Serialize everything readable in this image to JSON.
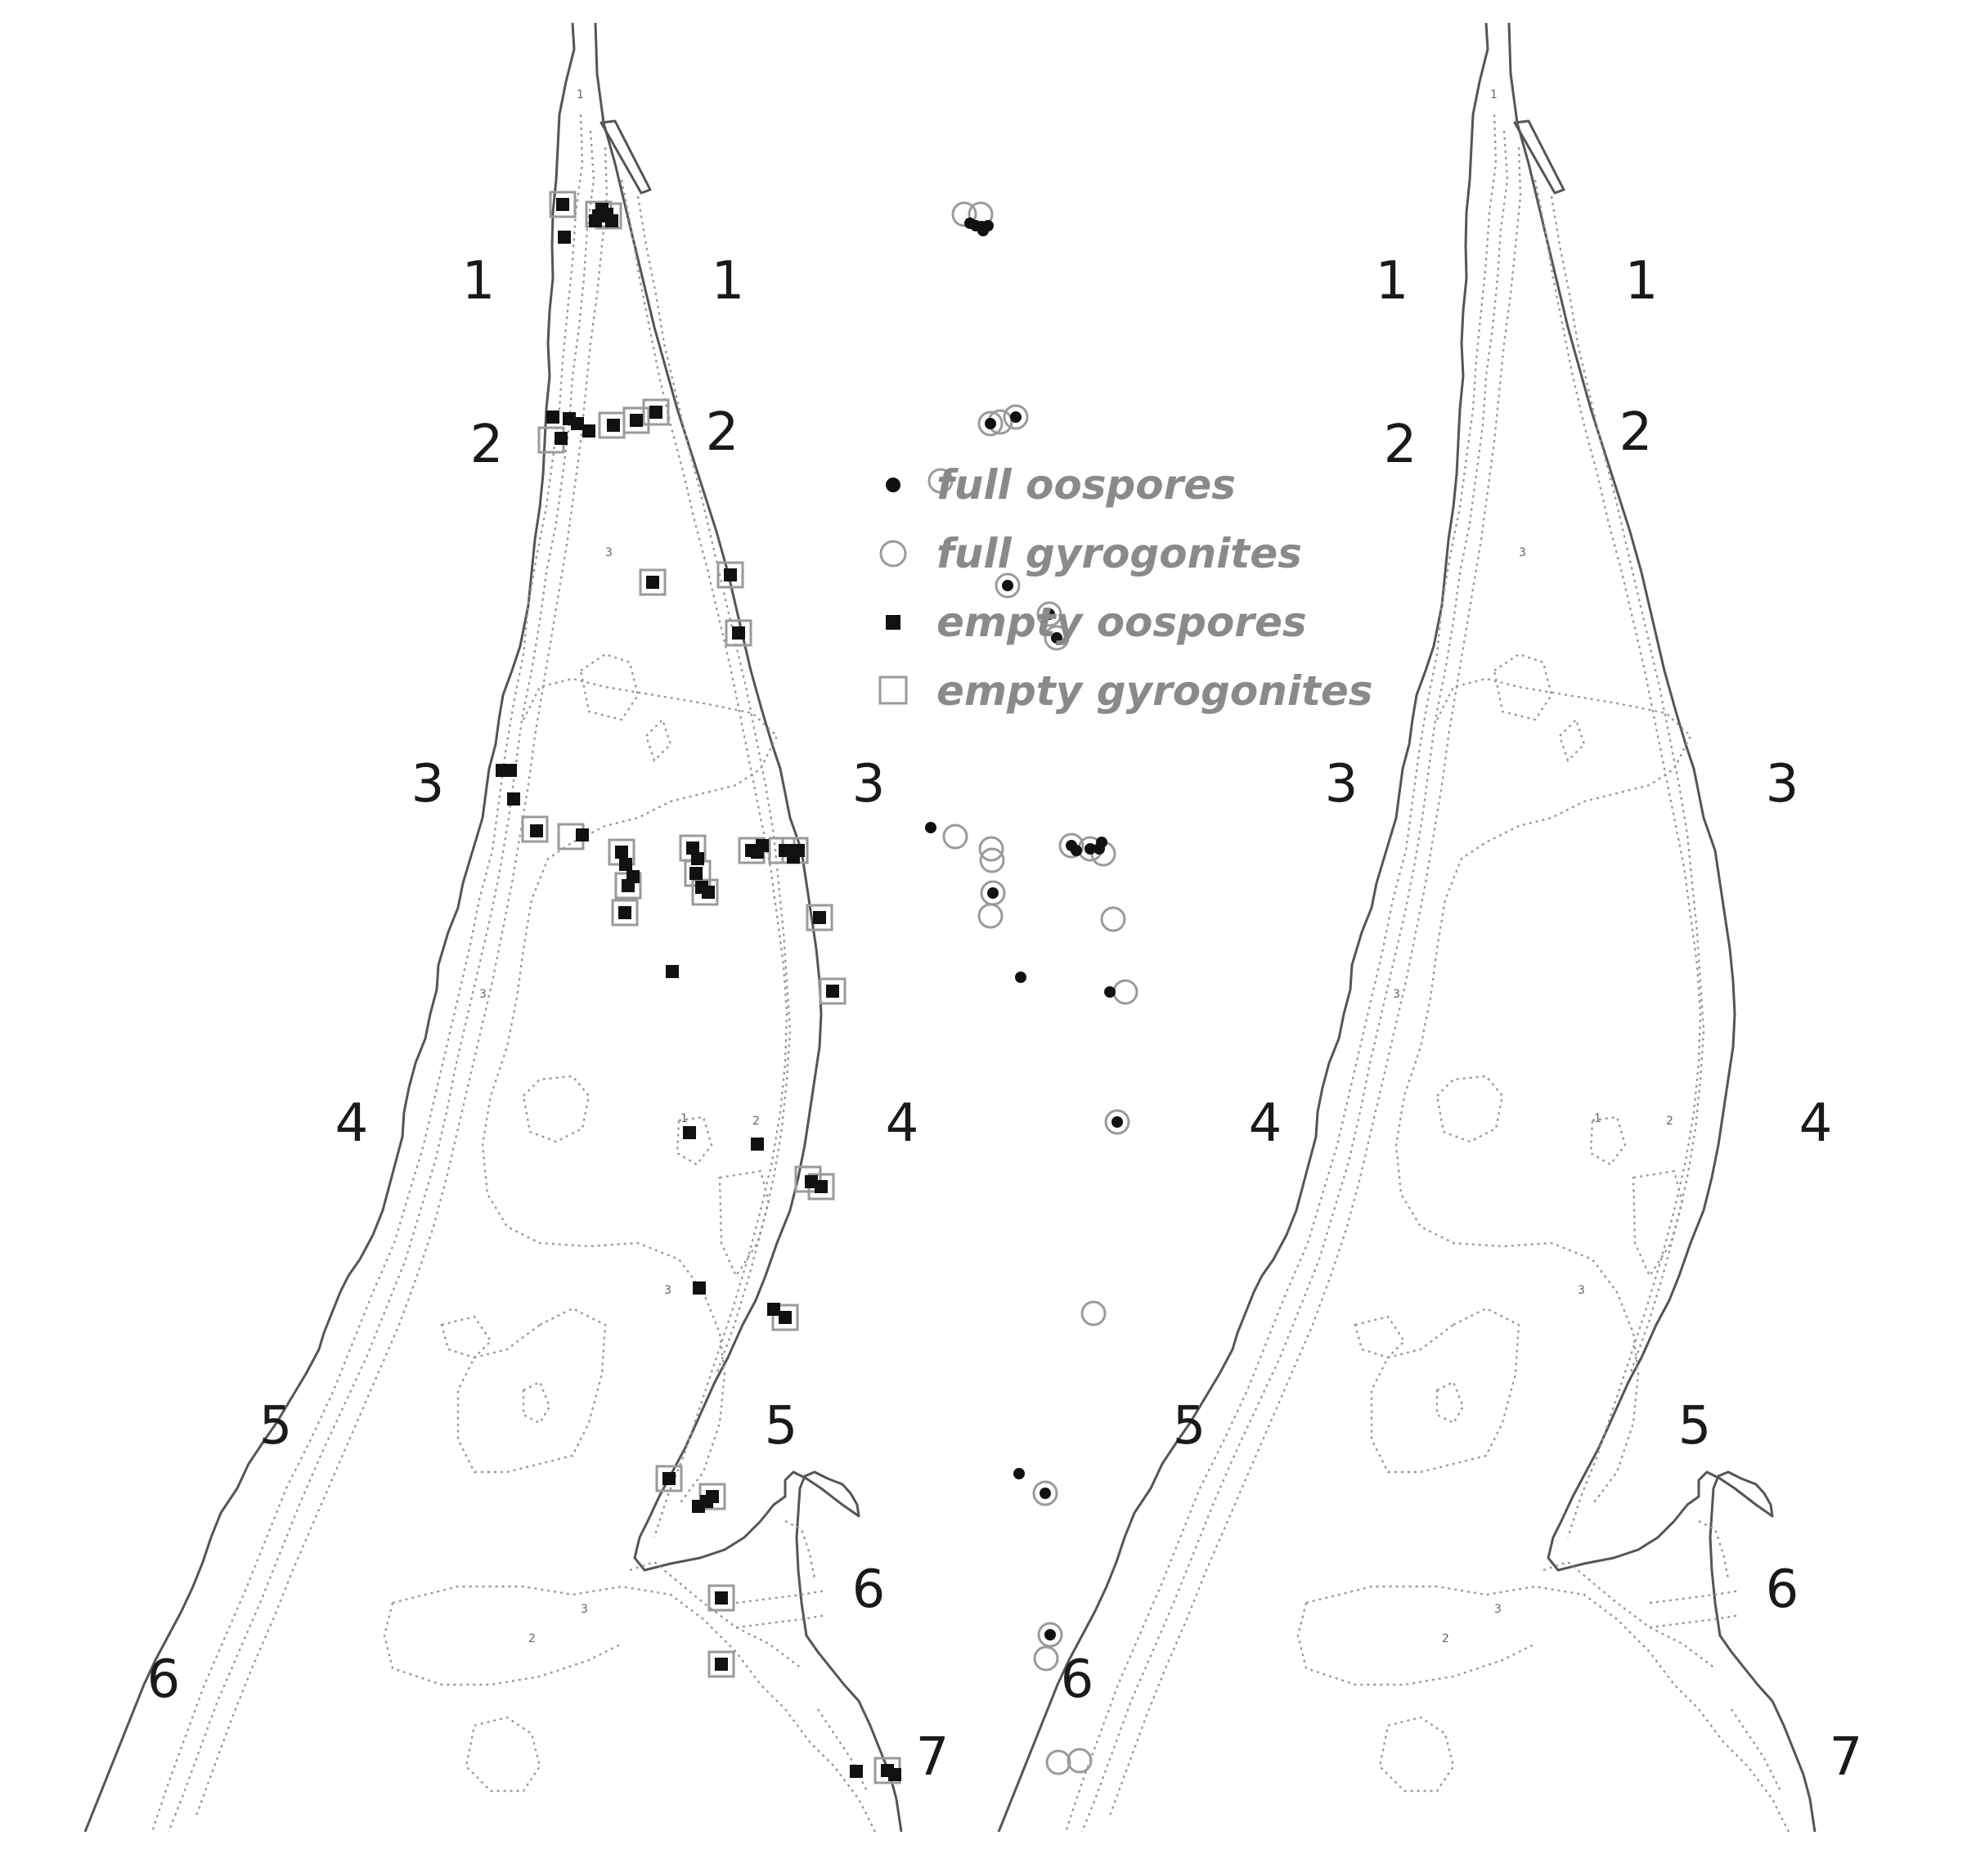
{
  "colors": {
    "full_oospore": "#111111",
    "empty_oospore": "#111111",
    "gyrogonite_stroke": "#9a9a9a",
    "legend_text": "#8a8a8a",
    "shoreline": "#555555",
    "depth_contour": "#9a9a9a"
  },
  "legend": {
    "items": [
      {
        "label": "full oospores",
        "icon": "filled-circle-icon"
      },
      {
        "label": "full gyrogonites",
        "icon": "open-circle-icon"
      },
      {
        "label": "empty oospores",
        "icon": "filled-square-icon"
      },
      {
        "label": "empty gyrogonites",
        "icon": "open-square-icon"
      }
    ]
  },
  "left_map": {
    "section_labels": [
      {
        "text": "1",
        "side": "west"
      },
      {
        "text": "1",
        "side": "east"
      },
      {
        "text": "2",
        "side": "west"
      },
      {
        "text": "2",
        "side": "east"
      },
      {
        "text": "3",
        "side": "west"
      },
      {
        "text": "3",
        "side": "east"
      },
      {
        "text": "4",
        "side": "west"
      },
      {
        "text": "4",
        "side": "east"
      },
      {
        "text": "5",
        "side": "west"
      },
      {
        "text": "5",
        "side": "east"
      },
      {
        "text": "6",
        "side": "west"
      },
      {
        "text": "6",
        "side": "east"
      },
      {
        "text": "7",
        "side": "east"
      }
    ]
  },
  "right_map": {
    "section_labels": [
      {
        "text": "1",
        "side": "west"
      },
      {
        "text": "1",
        "side": "east"
      },
      {
        "text": "2",
        "side": "west"
      },
      {
        "text": "2",
        "side": "east"
      },
      {
        "text": "3",
        "side": "west"
      },
      {
        "text": "3",
        "side": "east"
      },
      {
        "text": "4",
        "side": "west"
      },
      {
        "text": "4",
        "side": "east"
      },
      {
        "text": "5",
        "side": "west"
      },
      {
        "text": "5",
        "side": "east"
      },
      {
        "text": "6",
        "side": "west"
      },
      {
        "text": "6",
        "side": "east"
      },
      {
        "text": "7",
        "side": "east"
      }
    ]
  }
}
